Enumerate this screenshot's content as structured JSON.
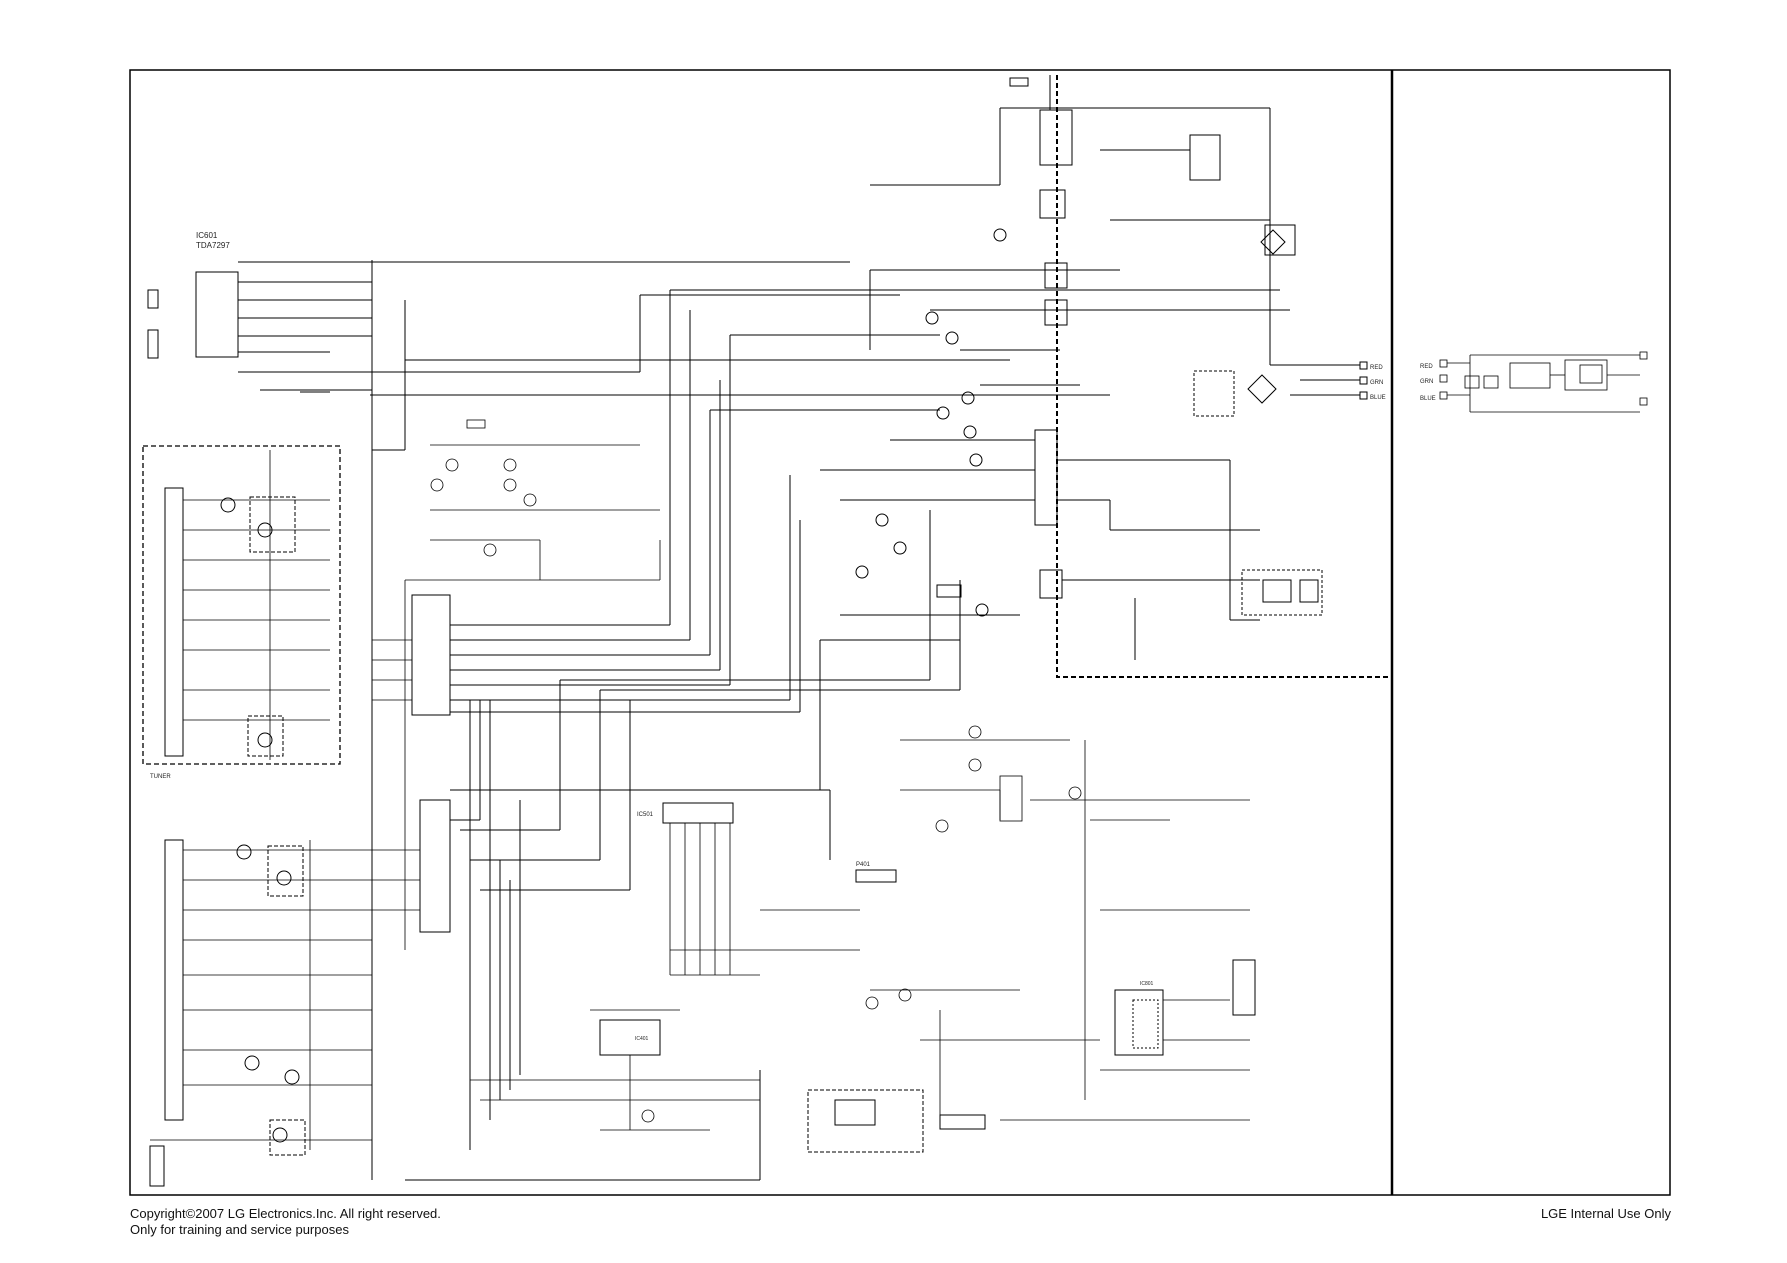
{
  "schematic": {
    "main_panel": {
      "audio_amp": {
        "ref": "IC601",
        "part": "TDA7297"
      },
      "tuner_label": "TUNER",
      "connector_label": "P401",
      "cpu": {
        "ref": "IC501"
      },
      "sound_ic": {
        "ref": "IC401"
      },
      "power_ic": {
        "ref": "IC801"
      },
      "output_labels": [
        "RED",
        "GRN",
        "BLUE"
      ]
    },
    "side_panel": {
      "output_labels": [
        "RED",
        "GRN",
        "BLUE"
      ]
    }
  },
  "footer": {
    "copyright_line1": "Copyright©2007 LG Electronics.Inc. All right reserved.",
    "copyright_line2": "Only for training and service purposes",
    "internal_use": "LGE Internal Use Only"
  }
}
